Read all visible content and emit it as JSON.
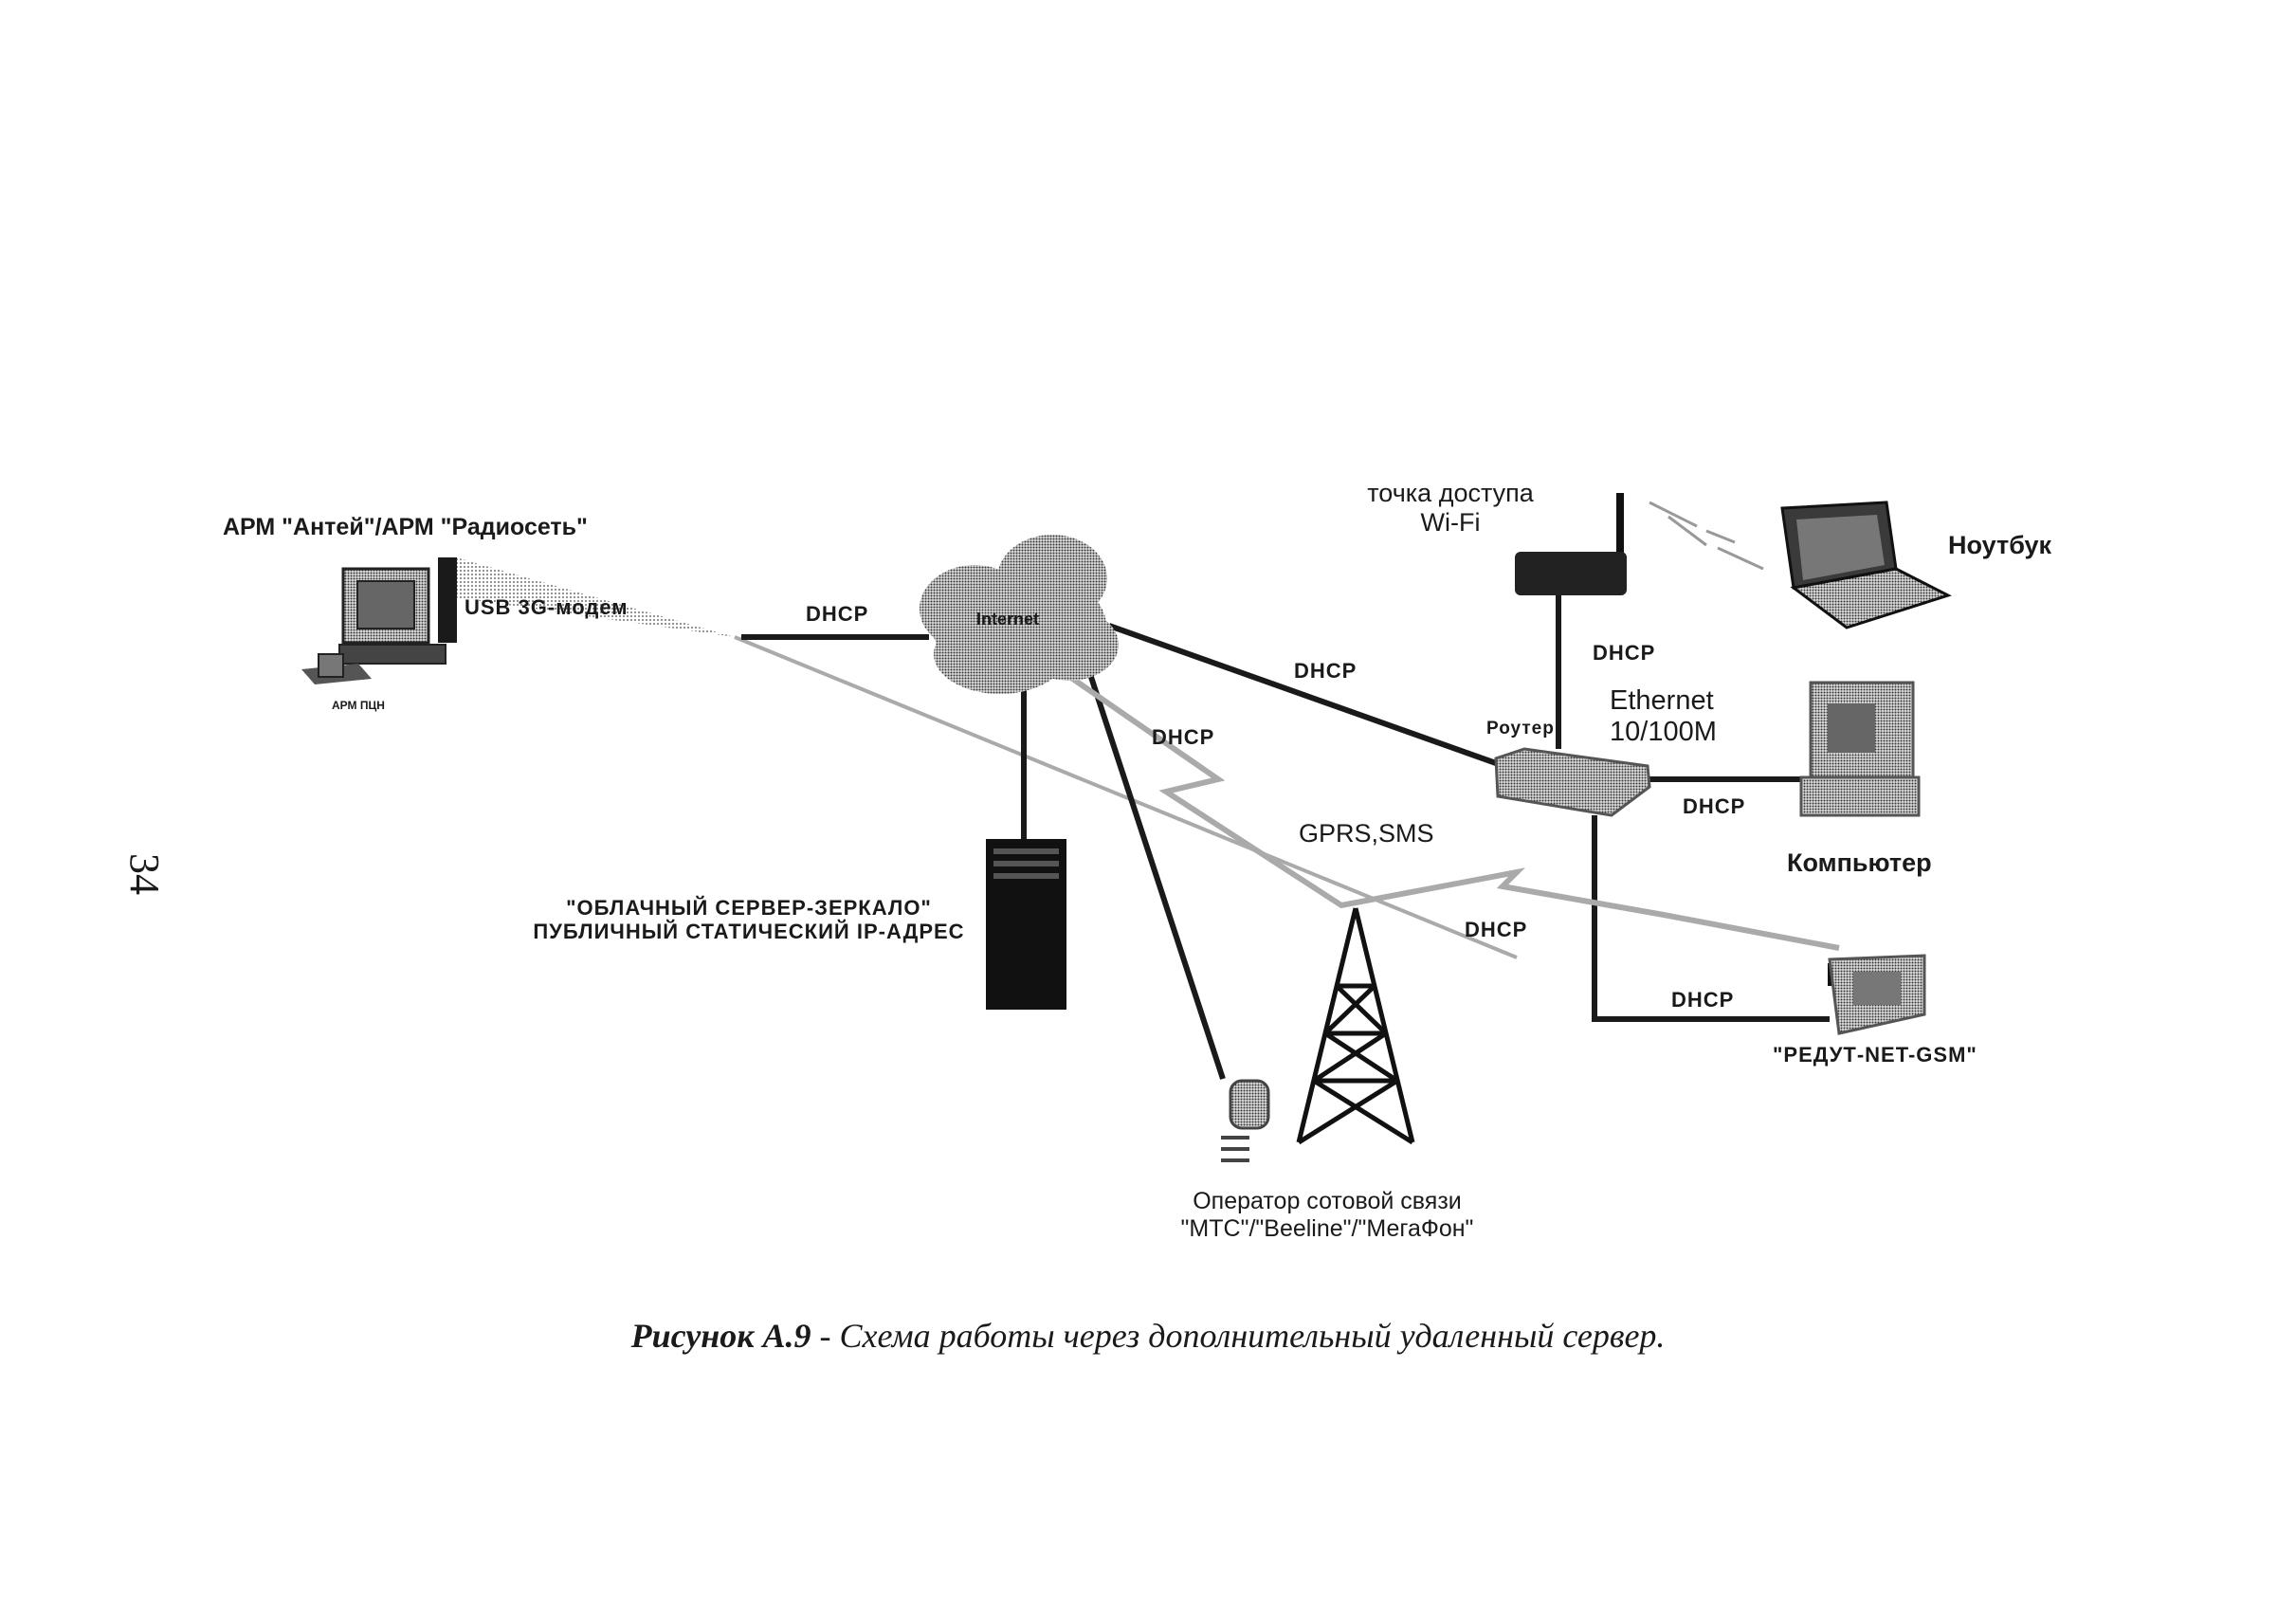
{
  "page_number": "34",
  "caption": {
    "number": "Рисунок А.9",
    "separator": " - ",
    "text": "Схема работы через дополнительный удаленный сервер."
  },
  "nodes": {
    "arm": {
      "title": "АРМ \"Антей\"/АРМ \"Радиосеть\"",
      "pc_label": "АРМ ПЦН",
      "modem_label": "USB 3G-модем"
    },
    "internet": {
      "label": "Internet"
    },
    "cloud_server": {
      "line1": "\"ОБЛАЧНЫЙ СЕРВЕР-ЗЕРКАЛО\"",
      "line2": "ПУБЛИЧНЫЙ СТАТИЧЕСКИЙ IP-АДРЕС"
    },
    "access_point": {
      "line1": "точка доступа",
      "line2": "Wi-Fi"
    },
    "laptop": {
      "label": "Ноутбук"
    },
    "router": {
      "label": "Роутер"
    },
    "ethernet": {
      "line1": "Ethernet",
      "line2": "10/100M"
    },
    "computer": {
      "label": "Компьютер"
    },
    "redut": {
      "label": "\"РЕДУТ-NET-GSM\""
    },
    "operator": {
      "line1": "Оператор сотовой связи",
      "line2": "\"МТС\"/\"Beeline\"/\"МегаФон\""
    }
  },
  "links": {
    "arm_internet": "DHCP",
    "internet_router": "DHCP",
    "internet_operator": "DHCP",
    "ap_router": "DHCP",
    "router_computer": "DHCP",
    "operator_router": "DHCP",
    "router_redut": "DHCP",
    "gprs": "GPRS,SMS"
  },
  "colors": {
    "ink": "#1a1a1a",
    "halftone": "#9a9a9a",
    "device_gray": "#8c8c8c"
  }
}
